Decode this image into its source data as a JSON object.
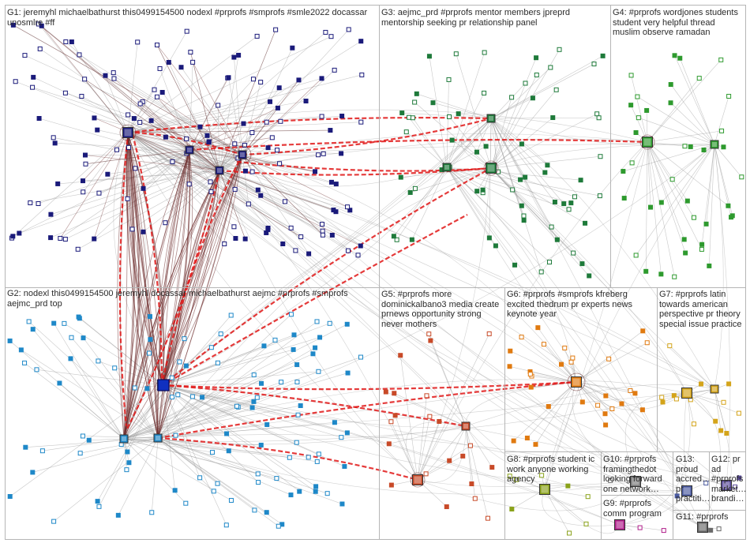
{
  "groups": [
    {
      "id": "G1",
      "label": "G1: jeremyhl michaelbathurst this0499154500 nodexl #prprofs #smprofs #smle2022 docassar unosmlre #ff",
      "color": "#1a1a7a"
    },
    {
      "id": "G2",
      "label": "G2: nodexl this0499154500 jeremyhl docassar michaelbathurst aejmc #prprofs #smprofs aejmc_prd top",
      "color": "#1e88c8"
    },
    {
      "id": "G3",
      "label": "G3: aejmc_prd #prprofs mentor members jpreprd mentorship seeking pr relationship panel",
      "color": "#1e7a3a"
    },
    {
      "id": "G4",
      "label": "G4: #prprofs wordjones students student very helpful thread muslim observe ramadan",
      "color": "#2e9a2e"
    },
    {
      "id": "G5",
      "label": "G5: #prprofs more dominickalbano3 media create prnews opportunity strong never mothers",
      "color": "#c84a28"
    },
    {
      "id": "G6",
      "label": "G6: #prprofs #smprofs kfreberg excited thedrum pr experts news keynote year",
      "color": "#e07a10"
    },
    {
      "id": "G7",
      "label": "G7: #prprofs latin towards american perspective pr theory special issue practice",
      "color": "#d4a41a"
    },
    {
      "id": "G8",
      "label": "G8: #prprofs student ic work anyone working agency",
      "color": "#8aa21a"
    },
    {
      "id": "G9",
      "label": "G9: #prprofs comm program",
      "color": "#b01e8a"
    },
    {
      "id": "G10",
      "label": "G10: #prprofs framingthedot looking forward one network…",
      "color": "#7a7a7a"
    },
    {
      "id": "G11",
      "label": "G11: #prprofs",
      "color": "#6a6a6a"
    },
    {
      "id": "G12",
      "label": "G12: pr ad #prprofs market… brandi…",
      "color": "#5a4a9a"
    },
    {
      "id": "G13",
      "label": "G13: proud accred… pr practiti…",
      "color": "#4a5aa0"
    }
  ],
  "colors": {
    "edge_gray": "#9a9a9a",
    "edge_dark": "#6b2a2a",
    "edge_red": "#e01818",
    "box_border": "#b5b5b5"
  }
}
